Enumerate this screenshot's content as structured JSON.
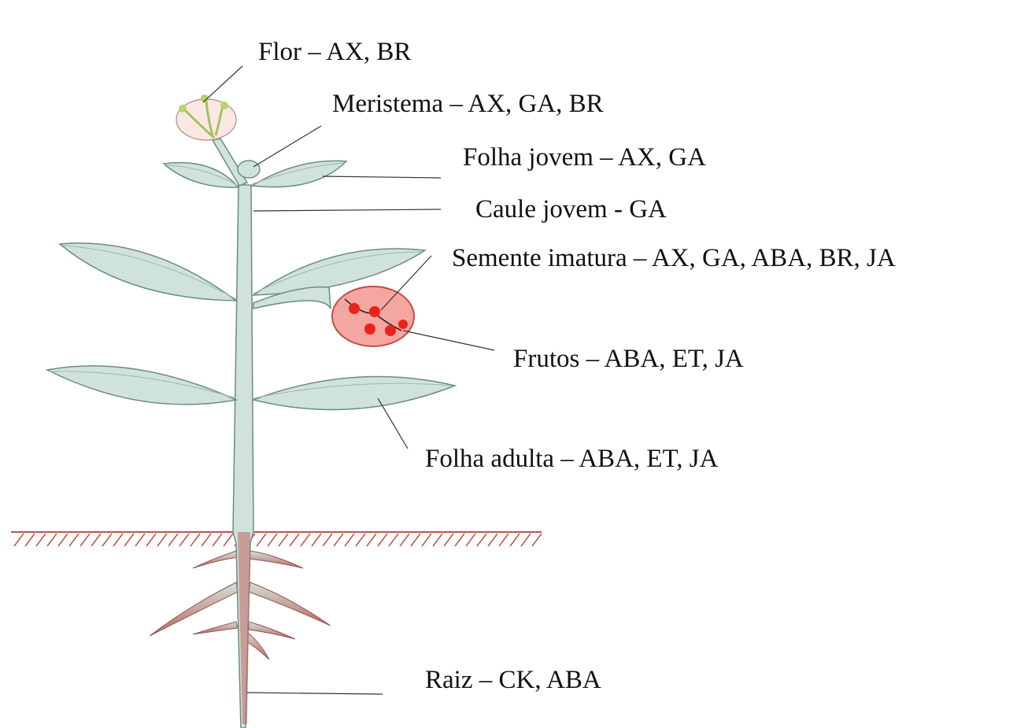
{
  "labels": {
    "flor": "Flor – AX, BR",
    "meristema": "Meristema – AX, GA, BR",
    "folha_jovem": "Folha jovem – AX, GA",
    "caule_jovem": "Caule jovem - GA",
    "semente_imatura": "Semente imatura – AX, GA, ABA, BR, JA",
    "frutos": "Frutos – ABA, ET, JA",
    "folha_adulta": "Folha adulta – ABA, ET, JA",
    "raiz": "Raiz – CK, ABA"
  },
  "colors": {
    "plant_fill": "#cfe3dc",
    "plant_stroke": "#6b8c82",
    "fruit_fill": "#f4a6a0",
    "seed": "#e8231c",
    "root": "#c4635b",
    "soil": "#c0504d"
  }
}
